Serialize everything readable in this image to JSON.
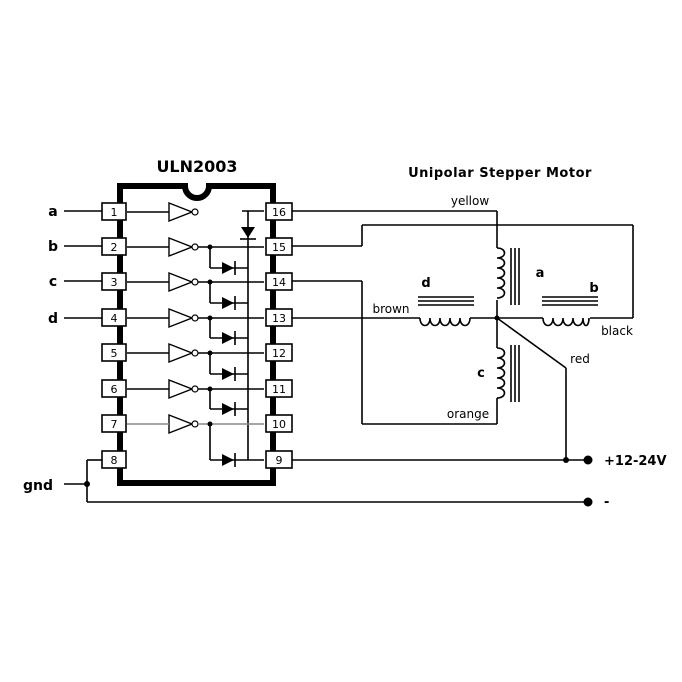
{
  "chip": {
    "title": "ULN2003",
    "pins_left": [
      "1",
      "2",
      "3",
      "4",
      "5",
      "6",
      "7",
      "8"
    ],
    "pins_right": [
      "16",
      "15",
      "14",
      "13",
      "12",
      "11",
      "10",
      "9"
    ]
  },
  "inputs": {
    "a": "a",
    "b": "b",
    "c": "c",
    "d": "d",
    "gnd": "gnd"
  },
  "motor": {
    "title": "Unipolar Stepper Motor",
    "coil_a": "a",
    "coil_b": "b",
    "coil_c": "c",
    "coil_d": "d",
    "wire_yellow": "yellow",
    "wire_brown": "brown",
    "wire_black": "black",
    "wire_red": "red",
    "wire_orange": "orange"
  },
  "supply": {
    "positive": "+12-24V",
    "negative": "-"
  }
}
